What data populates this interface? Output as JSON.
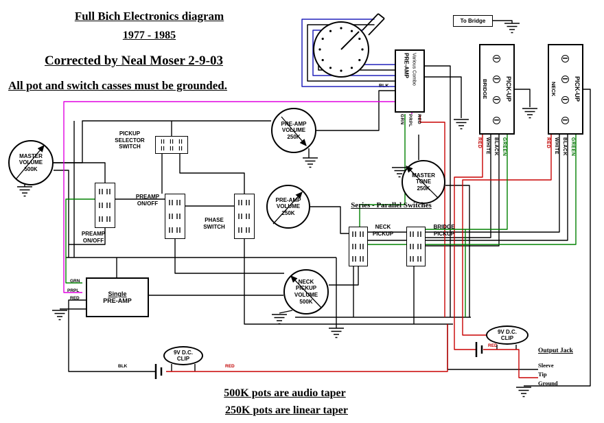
{
  "header": {
    "title": "Full Bich Electronics diagram",
    "years": "1977 - 1985",
    "corrected_by": "Corrected by Neal Moser 2-9-03",
    "grounding_note": "All pot and switch casses must be grounded."
  },
  "footer": {
    "audio_taper_note": "500K pots are audio taper",
    "linear_taper_note": "250K pots are linear taper"
  },
  "to_bridge": {
    "label": "To Bridge"
  },
  "combo_preamp": {
    "title": "PRE-AMP",
    "subtitle": "Various Combo",
    "blk_label": "BLK",
    "wire_labels": [
      "GRN",
      "PRPL",
      "RED"
    ]
  },
  "bridge_pickup": {
    "name": "BRIDGE",
    "label": "PICK-UP",
    "wires": [
      "RED",
      "WHITE",
      "BLACK",
      "GREEN"
    ]
  },
  "neck_pickup": {
    "name": "NECK",
    "label": "PICK-UP",
    "wires": [
      "RED",
      "WHITE",
      "BLACK",
      "GREEN"
    ]
  },
  "pots": {
    "master_volume": "MASTER\nVOLUME\n500K",
    "preamp_volume_upper": "PRE-AMP\nVOLUME\n250K",
    "preamp_volume_lower": "PRE-AMP\nVOLUME\n250K",
    "master_tone": "MASTER\nTONE\n250K",
    "neck_pickup_volume": "NECK\nPICKUP\nVOLUME\n500K"
  },
  "switches": {
    "pickup_selector": "PICKUP\nSELECTOR\nSWITCH",
    "preamp_onoff_left": "PREAMP\nON/OFF",
    "preamp_onoff_mid": "PREAMP\nON/OFF",
    "phase": "PHASE\nSWITCH",
    "series_parallel_title": "Series - Parallel Switches",
    "neck_pickup": "NECK\nPICKUP",
    "bridge_pickup": "BRIDGE\nPICKUP"
  },
  "single_preamp": {
    "title": "Single",
    "subtitle": "PRE-AMP",
    "wire_labels": [
      "GRN",
      "PRPL",
      "RED"
    ]
  },
  "battery_left": {
    "label": "9V D.C.\nCLIP",
    "wire_left": "BLK",
    "wire_right": "RED"
  },
  "battery_right": {
    "label": "9V D.C.\nCLIP",
    "wire_right": "RED"
  },
  "output_jack": {
    "title": "Output Jack",
    "terminals": [
      "Sleeve",
      "Tip",
      "Ground"
    ]
  },
  "wire_colors": {
    "black": "#000000",
    "red": "#c80000",
    "green": "#008000",
    "purple": "#e000e0",
    "blue": "#2020bb"
  }
}
